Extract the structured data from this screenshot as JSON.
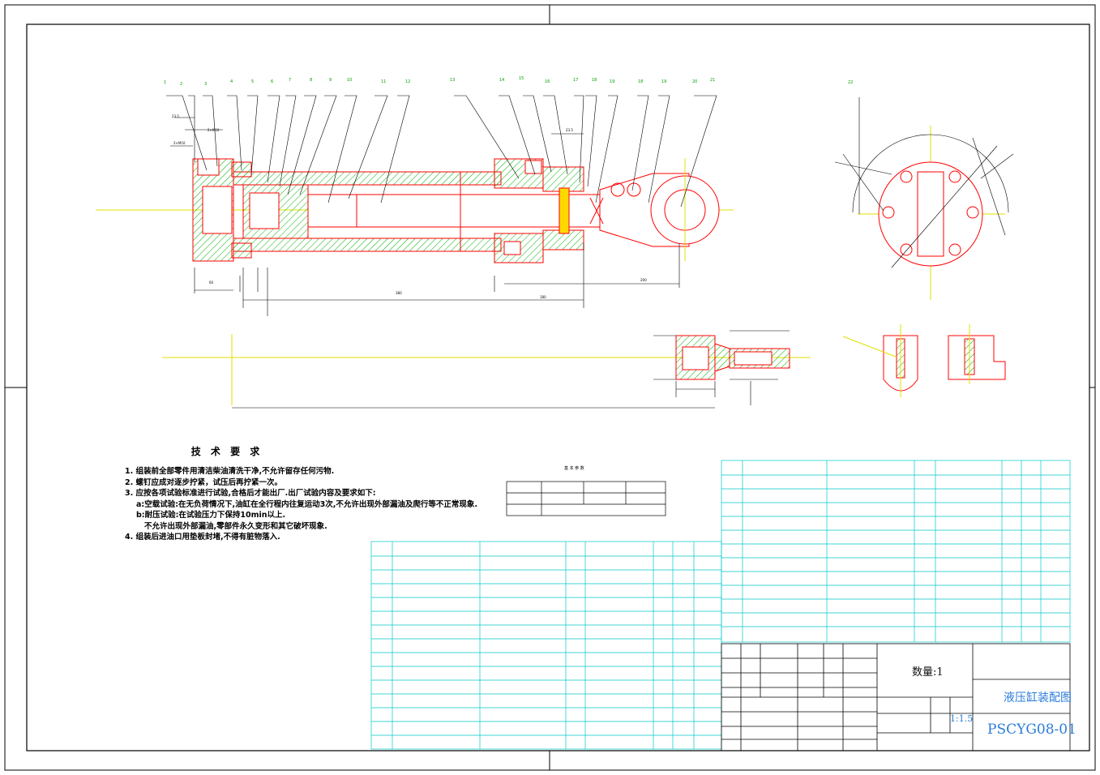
{
  "tech_requirements": {
    "title": "技 术 要 求",
    "items": [
      "1. 组装前全部零件用清洁柴油清洗干净,不允许留存任何污物.",
      "2. 螺钉应成对逐步拧紧，试压后再拧紧一次。",
      "3. 应按各项试验标准进行试验,合格后才能出厂.出厂试验内容及要求如下:",
      "a:空载试验:在无负荷情况下,油缸在全行程内往复运动3次,不允许出现外部漏油及爬行等不正常现象.",
      "b:耐压试验:在试验压力下保持10min以上.",
      "不允许出现外部漏油,零部件永久变形和其它破坏现象.",
      "4. 组装后进油口用垫板封堵,不得有脏物落入."
    ]
  },
  "params_title": "基 本 参 数",
  "title_block": {
    "quantity": "数量:1",
    "drawing_name": "液压缸装配图",
    "scale": "1:1.5",
    "drawing_number": "PSCYG08-01"
  },
  "colors": {
    "frame": "#000000",
    "outline": "#ff0000",
    "hatch": "#00b000",
    "centerline": "#e0e000",
    "table": "#00c8c8",
    "leader": "#000000",
    "accent": "#2a7bd8"
  }
}
